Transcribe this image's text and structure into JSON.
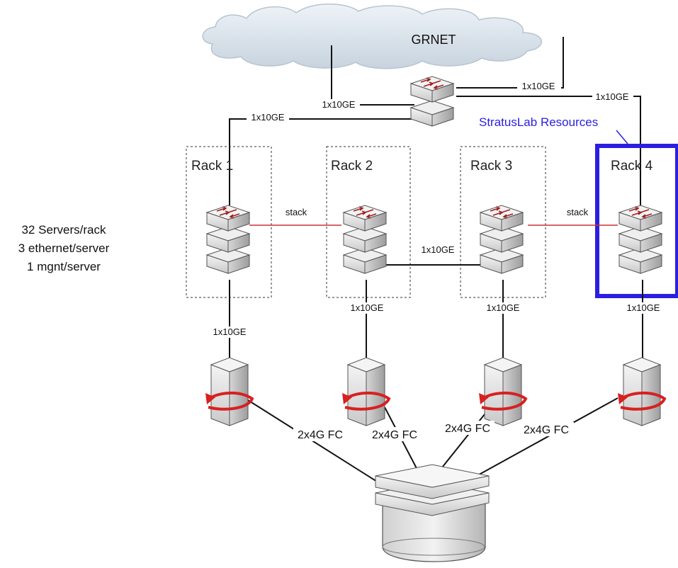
{
  "cloud": {
    "label": "GRNET"
  },
  "links": {
    "uplink_top_right": "1x10GE",
    "uplink_far_right": "1x10GE",
    "uplink_top_left": "1x10GE",
    "uplink_rack1": "1x10GE",
    "rack2_rack3": "1x10GE",
    "rack1_storage": "1x10GE",
    "rack2_storage": "1x10GE",
    "rack3_storage": "1x10GE",
    "rack4_storage": "1x10GE",
    "stack_left": "stack",
    "stack_right": "stack"
  },
  "racks": [
    "Rack 1",
    "Rack 2",
    "Rack 3",
    "Rack 4"
  ],
  "highlight": {
    "label": "StratusLab Resources",
    "color": "#2a1fe0"
  },
  "notes": [
    "32 Servers/rack",
    "3 ethernet/server",
    "1 mgnt/server"
  ],
  "fc_links": [
    "2x4G FC",
    "2x4G FC",
    "2x4G FC",
    "2x4G FC"
  ],
  "colors": {
    "stack_line": "#d03030",
    "device_face": "#e6e6e6",
    "cloud": "#dde6ee"
  }
}
